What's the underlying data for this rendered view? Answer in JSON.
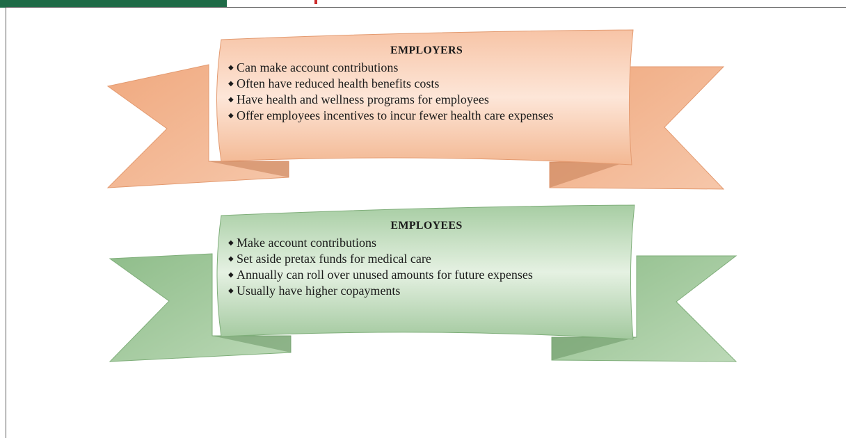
{
  "employers": {
    "title": "EMPLOYERS",
    "items": [
      "Can make account contributions",
      "Often have reduced health benefits costs",
      "Have health and wellness programs for employees",
      "Offer employees incentives to incur fewer health care expenses"
    ],
    "color": "#f2b08a"
  },
  "employees": {
    "title": "EMPLOYEES",
    "items": [
      "Make account contributions",
      "Set aside pretax funds for medical care",
      "Annually can roll over unused amounts for future expenses",
      "Usually have higher copayments"
    ],
    "color": "#9fc69b"
  },
  "bullet_glyph": "◆"
}
